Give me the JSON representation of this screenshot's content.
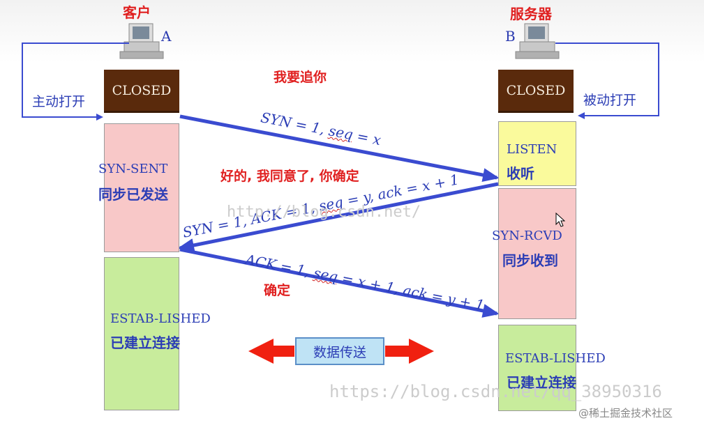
{
  "client": {
    "role": "客户",
    "letter": "A",
    "initial_state": "CLOSED",
    "open_label": "主动打开"
  },
  "server": {
    "role": "服务器",
    "letter": "B",
    "initial_state": "CLOSED",
    "open_label": "被动打开"
  },
  "client_states": [
    {
      "en": "SYN-SENT",
      "cn": "同步已发送",
      "color": "#f8c8c8"
    },
    {
      "en": "ESTAB-LISHED",
      "cn": "已建立连接",
      "color": "#c8ec9c"
    }
  ],
  "server_states": [
    {
      "en": "LISTEN",
      "cn": "收听",
      "color": "#fafa9c"
    },
    {
      "en": "SYN-RCVD",
      "cn": "同步收到",
      "color": "#f8c8c8"
    },
    {
      "en": "ESTAB-LISHED",
      "cn": "已建立连接",
      "color": "#c8ec9c"
    }
  ],
  "messages": [
    {
      "part1": "SYN = 1, ",
      "part2": "seq",
      "part3": " = x",
      "note": "我要追你"
    },
    {
      "part1": "SYN = 1, ACK = 1, ",
      "part2": "seq",
      "part3": " = y, ack = x + 1",
      "note": "好的, 我同意了, 你确定"
    },
    {
      "part1": "ACK = 1, ",
      "part2": "seq",
      "part3": " = x + 1, ack = y + 1",
      "note": "确定"
    }
  ],
  "data_transfer": "数据传送",
  "watermarks": [
    "http://blog.csdn.net/",
    "https://blog.csdn.net/qq_38950316"
  ],
  "brand": "@稀土掘金技术社区",
  "colors": {
    "arrow": "#3a4bd0",
    "note": "#e02020",
    "closed_bg": "#5a2a0c",
    "transfer_arrow": "#f02010"
  }
}
